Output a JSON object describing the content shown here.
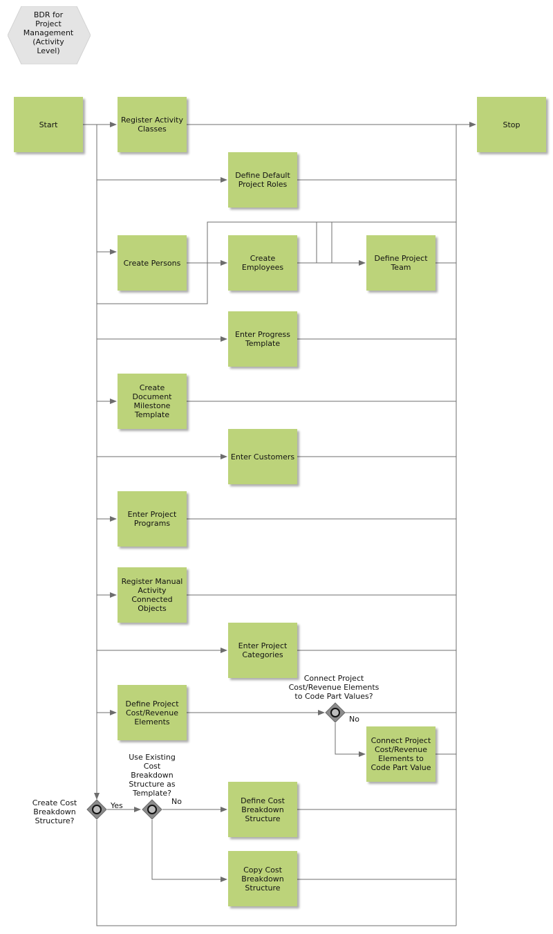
{
  "title": "BDR for\nProject\nManagement\n(Activity\nLevel)",
  "events": {
    "start": "Start",
    "stop": "Stop"
  },
  "tasks": {
    "register_activity_classes": "Register Activity\nClasses",
    "define_default_project_roles": "Define Default\nProject Roles",
    "create_persons": "Create Persons",
    "create_employees": "Create\nEmployees",
    "define_project_team": "Define Project\nTeam",
    "enter_progress_template": "Enter Progress\nTemplate",
    "create_document_milestone_template": "Create\nDocument\nMilestone\nTemplate",
    "enter_customers": "Enter Customers",
    "enter_project_programs": "Enter Project\nPrograms",
    "register_manual_activity_connected_objects": "Register Manual\nActivity\nConnected\nObjects",
    "enter_project_categories": "Enter Project\nCategories",
    "define_project_cost_revenue_elements": "Define Project\nCost/Revenue\nElements",
    "connect_project_cost_revenue_elements": "Connect Project\nCost/Revenue\nElements to\nCode Part Value",
    "define_cost_breakdown_structure": "Define Cost\nBreakdown\nStructure",
    "copy_cost_breakdown_structure": "Copy Cost\nBreakdown\nStructure"
  },
  "gateways": {
    "connect_code_part": "Connect Project\nCost/Revenue Elements\nto Code Part Values?",
    "create_cbs": "Create Cost\nBreakdown\nStructure?",
    "use_existing_cbs": "Use Existing\nCost\nBreakdown\nStructure as\nTemplate?"
  },
  "flow_labels": {
    "connect_no": "No",
    "create_cbs_yes": "Yes",
    "use_existing_no": "No"
  },
  "colors": {
    "task_fill": "#bcd37a",
    "hex_fill": "#e4e4e4",
    "gateway_fill": "#8c8c8c",
    "wire": "#6d6d6d"
  }
}
